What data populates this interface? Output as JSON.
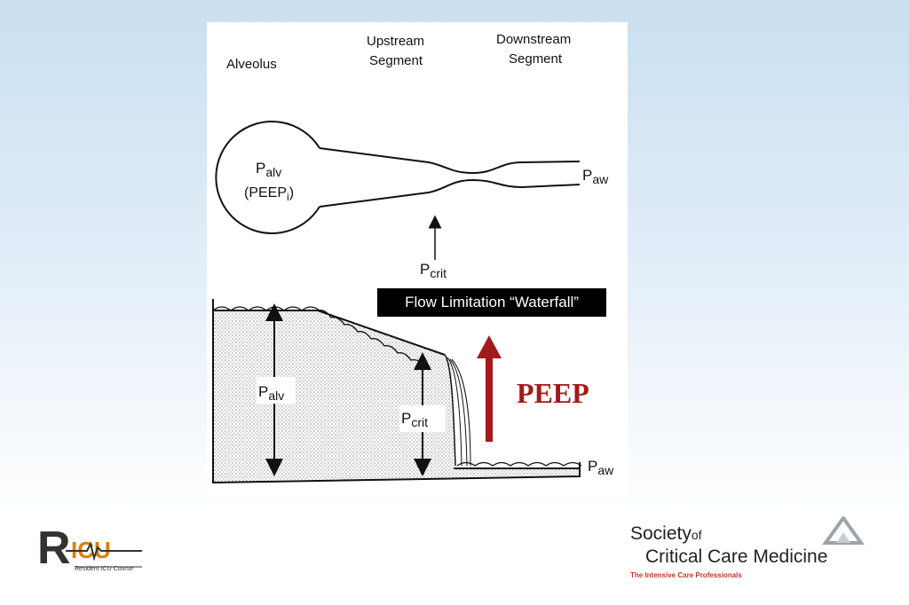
{
  "diagram": {
    "top_labels": {
      "alveolus": "Alveolus",
      "upstream_line1": "Upstream",
      "upstream_line2": "Segment",
      "downstream_line1": "Downstream",
      "downstream_line2": "Segment"
    },
    "airway": {
      "palv_main": "P",
      "palv_sub": "alv",
      "peepi_main": "(PEEP",
      "peepi_sub": "i",
      "peepi_close": ")",
      "paw_main": "P",
      "paw_sub": "aw",
      "pcrit_main": "P",
      "pcrit_sub": "crit"
    },
    "waterfall": {
      "caption": "Flow Limitation “Waterfall”",
      "palv_main": "P",
      "palv_sub": "alv",
      "pcrit_main": "P",
      "pcrit_sub": "crit",
      "paw_main": "P",
      "paw_sub": "aw"
    },
    "peep_label": "PEEP",
    "peep_color": "#a31a1a"
  },
  "footer": {
    "ricu_logo": {
      "mark": "RICU",
      "caption": "Resident ICU Course"
    },
    "sccm_logo": {
      "line1": "Society",
      "line1_of": "of",
      "line2": "Critical Care Medicine",
      "tagline": "The Intensive Care Professionals"
    }
  }
}
